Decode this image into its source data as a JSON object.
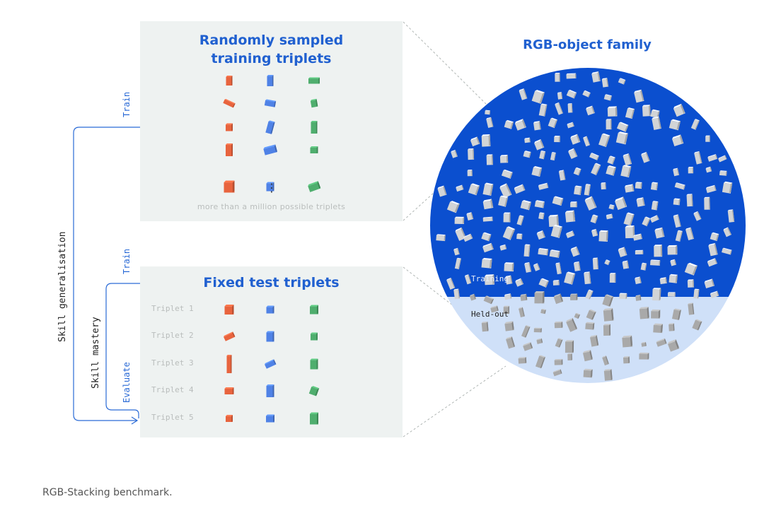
{
  "train_panel": {
    "title": "Randomly sampled\ntraining triplets",
    "ellipsis": "⋮",
    "footer": "more than a million possible triplets"
  },
  "test_panel": {
    "title": "Fixed test triplets",
    "triplets": [
      "Triplet 1",
      "Triplet 2",
      "Triplet 3",
      "Triplet 4",
      "Triplet 5"
    ]
  },
  "labels": {
    "train_top": "Train",
    "train_bottom": "Train",
    "evaluate": "Evaluate",
    "skill_generalisation": "Skill generalisation",
    "skill_mastery": "Skill mastery"
  },
  "family": {
    "title": "RGB-object family",
    "training_label": "Training",
    "heldout_label": "Held-out"
  },
  "colors": {
    "red": "#e8643e",
    "blue": "#4f82e6",
    "green": "#4fae6e",
    "family_blue": "#0b4fcf",
    "heldout_blue": "#cfe0f8",
    "arrow_blue": "#2a6ad6"
  },
  "caption": "RGB-Stacking benchmark."
}
